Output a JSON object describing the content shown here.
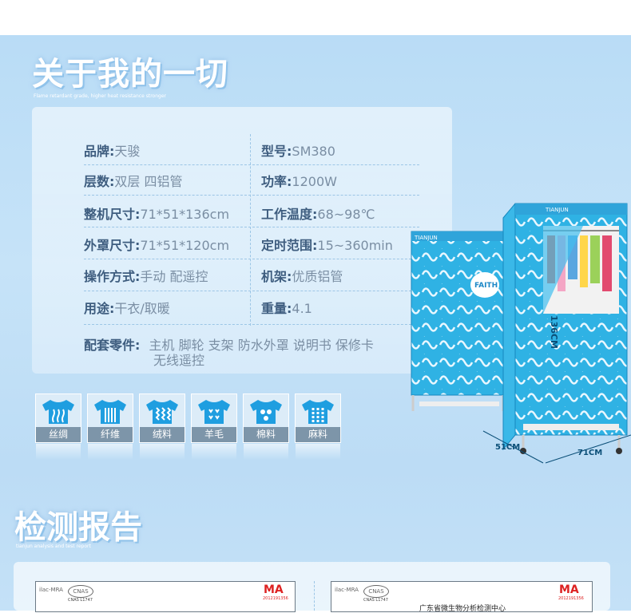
{
  "section1": {
    "title": "关于我的一切",
    "subtitle": "Flame retardant grade, higher heat resistance stronger"
  },
  "specs": [
    {
      "label": "品牌:",
      "value": "天骏"
    },
    {
      "label": "型号:",
      "value": "SM380"
    },
    {
      "label": "层数:",
      "value": "双层 四铝管"
    },
    {
      "label": "功率:",
      "value": "1200W"
    },
    {
      "label": "整机尺寸:",
      "value": "71*51*136cm"
    },
    {
      "label": "工作温度:",
      "value": "68~98℃"
    },
    {
      "label": "外罩尺寸:",
      "value": "71*51*120cm"
    },
    {
      "label": "定时范围:",
      "value": "15~360min"
    },
    {
      "label": "操作方式:",
      "value": "手动 配遥控"
    },
    {
      "label": "机架:",
      "value": "优质铝管"
    },
    {
      "label": "用途:",
      "value": "干衣/取暖"
    },
    {
      "label": "重量:",
      "value": "4.1"
    }
  ],
  "accessories": {
    "label": "配套零件:",
    "line1": "主机 脚轮 支架 防水外罩 说明书 保修卡",
    "line2": "无线遥控"
  },
  "fabrics": [
    "丝绸",
    "纤维",
    "绒料",
    "羊毛",
    "棉料",
    "麻料"
  ],
  "product": {
    "brand": "TIANJUN",
    "logo": "FAITH",
    "height_label": "136CM",
    "depth_label": "51CM",
    "width_label": "71CM"
  },
  "section2": {
    "title": "检测报告",
    "subtitle": "tianjun analysis and test report"
  },
  "reports": [
    {
      "ilac": "ilac-MRA",
      "cnas": "CNAS",
      "cnas_no": "CNAS L1747",
      "ma": "MA",
      "ma_no": "2012191356",
      "heading": ""
    },
    {
      "ilac": "ilac-MRA",
      "cnas": "CNAS",
      "cnas_no": "CNAS L1747",
      "ma": "MA",
      "ma_no": "2012191356",
      "heading": "广东省微生物分析检测中心"
    }
  ],
  "colors": {
    "background": "#bcdcf5",
    "label": "#3e5d7f",
    "value": "#7a8ea3",
    "icon_label_bg": "#7d95a9",
    "cover": "#2fb2e4"
  }
}
